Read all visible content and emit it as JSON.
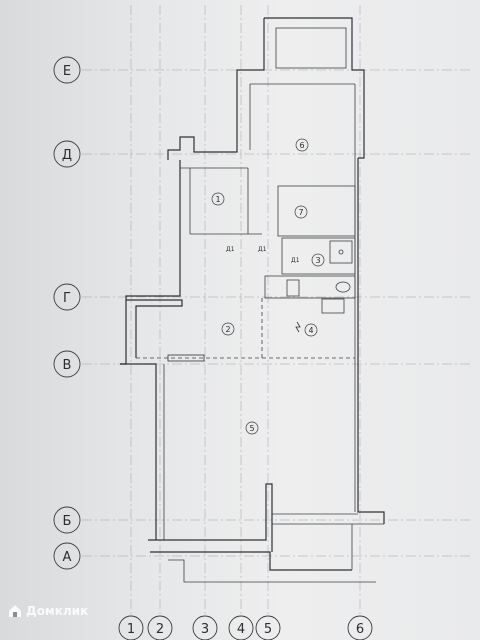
{
  "row_axes": [
    {
      "label": "Е"
    },
    {
      "label": "Д"
    },
    {
      "label": "Г"
    },
    {
      "label": "В"
    },
    {
      "label": "Б"
    },
    {
      "label": "А"
    }
  ],
  "column_axes": [
    {
      "label": "1"
    },
    {
      "label": "2"
    },
    {
      "label": "3"
    },
    {
      "label": "4"
    },
    {
      "label": "5"
    },
    {
      "label": "6"
    }
  ],
  "rooms": [
    {
      "number": "1"
    },
    {
      "number": "2"
    },
    {
      "number": "3"
    },
    {
      "number": "4"
    },
    {
      "number": "5"
    },
    {
      "number": "6"
    },
    {
      "number": "7"
    }
  ],
  "door_marks": [
    "Д1",
    "Д1",
    "Д1"
  ],
  "watermark": {
    "text": "Домклик"
  }
}
